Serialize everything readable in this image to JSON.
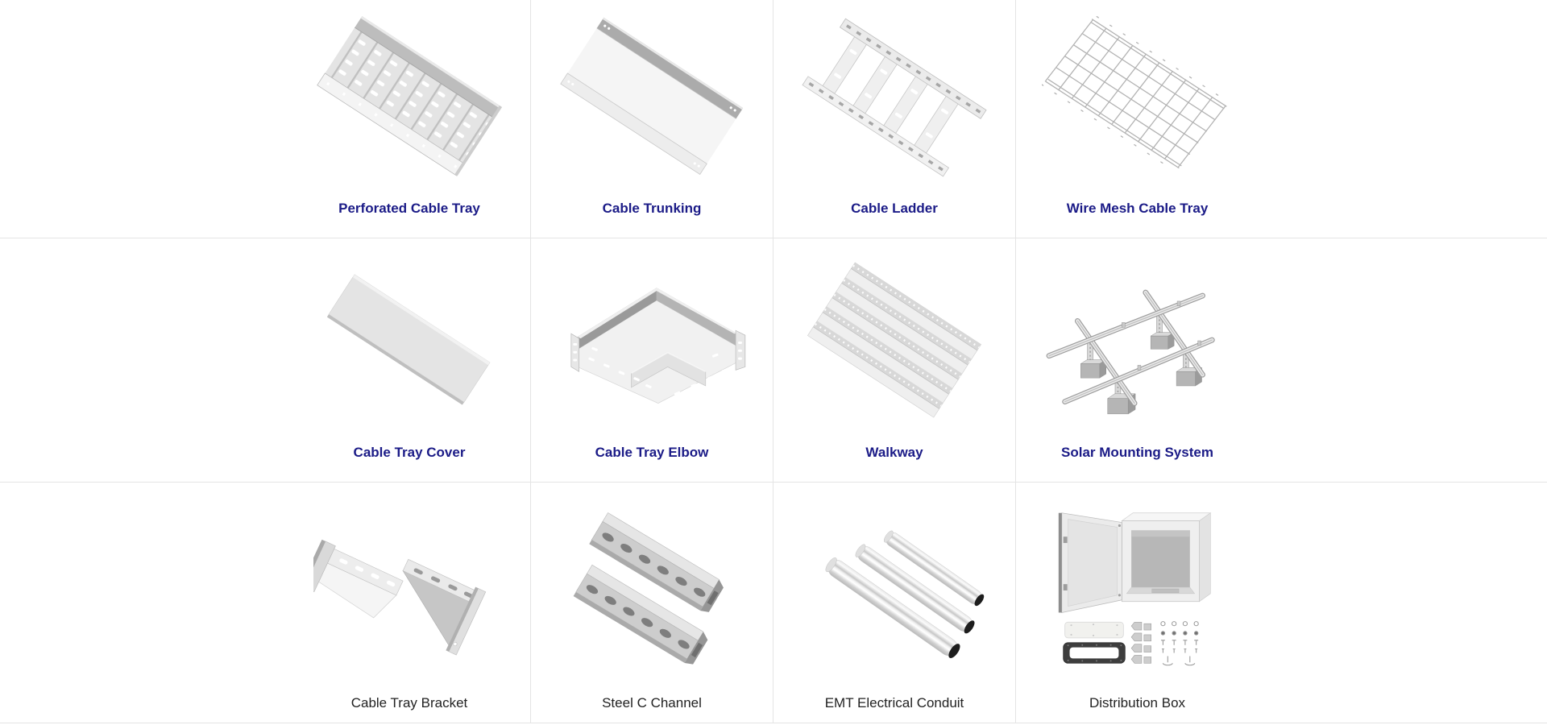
{
  "theme": {
    "label_highlight_color": "#1b1b87",
    "label_default_color": "#222222",
    "grid_line_color": "#e4e4e4",
    "background_color": "#ffffff"
  },
  "products": [
    {
      "label": "Perforated Cable Tray"
    },
    {
      "label": "Cable Trunking"
    },
    {
      "label": "Cable Ladder"
    },
    {
      "label": "Wire Mesh Cable Tray"
    },
    {
      "label": "Cable Tray Cover"
    },
    {
      "label": "Cable Tray Elbow"
    },
    {
      "label": "Walkway"
    },
    {
      "label": "Solar Mounting System"
    },
    {
      "label": "Cable Tray Bracket"
    },
    {
      "label": "Steel C Channel"
    },
    {
      "label": "EMT Electrical Conduit"
    },
    {
      "label": "Distribution Box"
    }
  ]
}
